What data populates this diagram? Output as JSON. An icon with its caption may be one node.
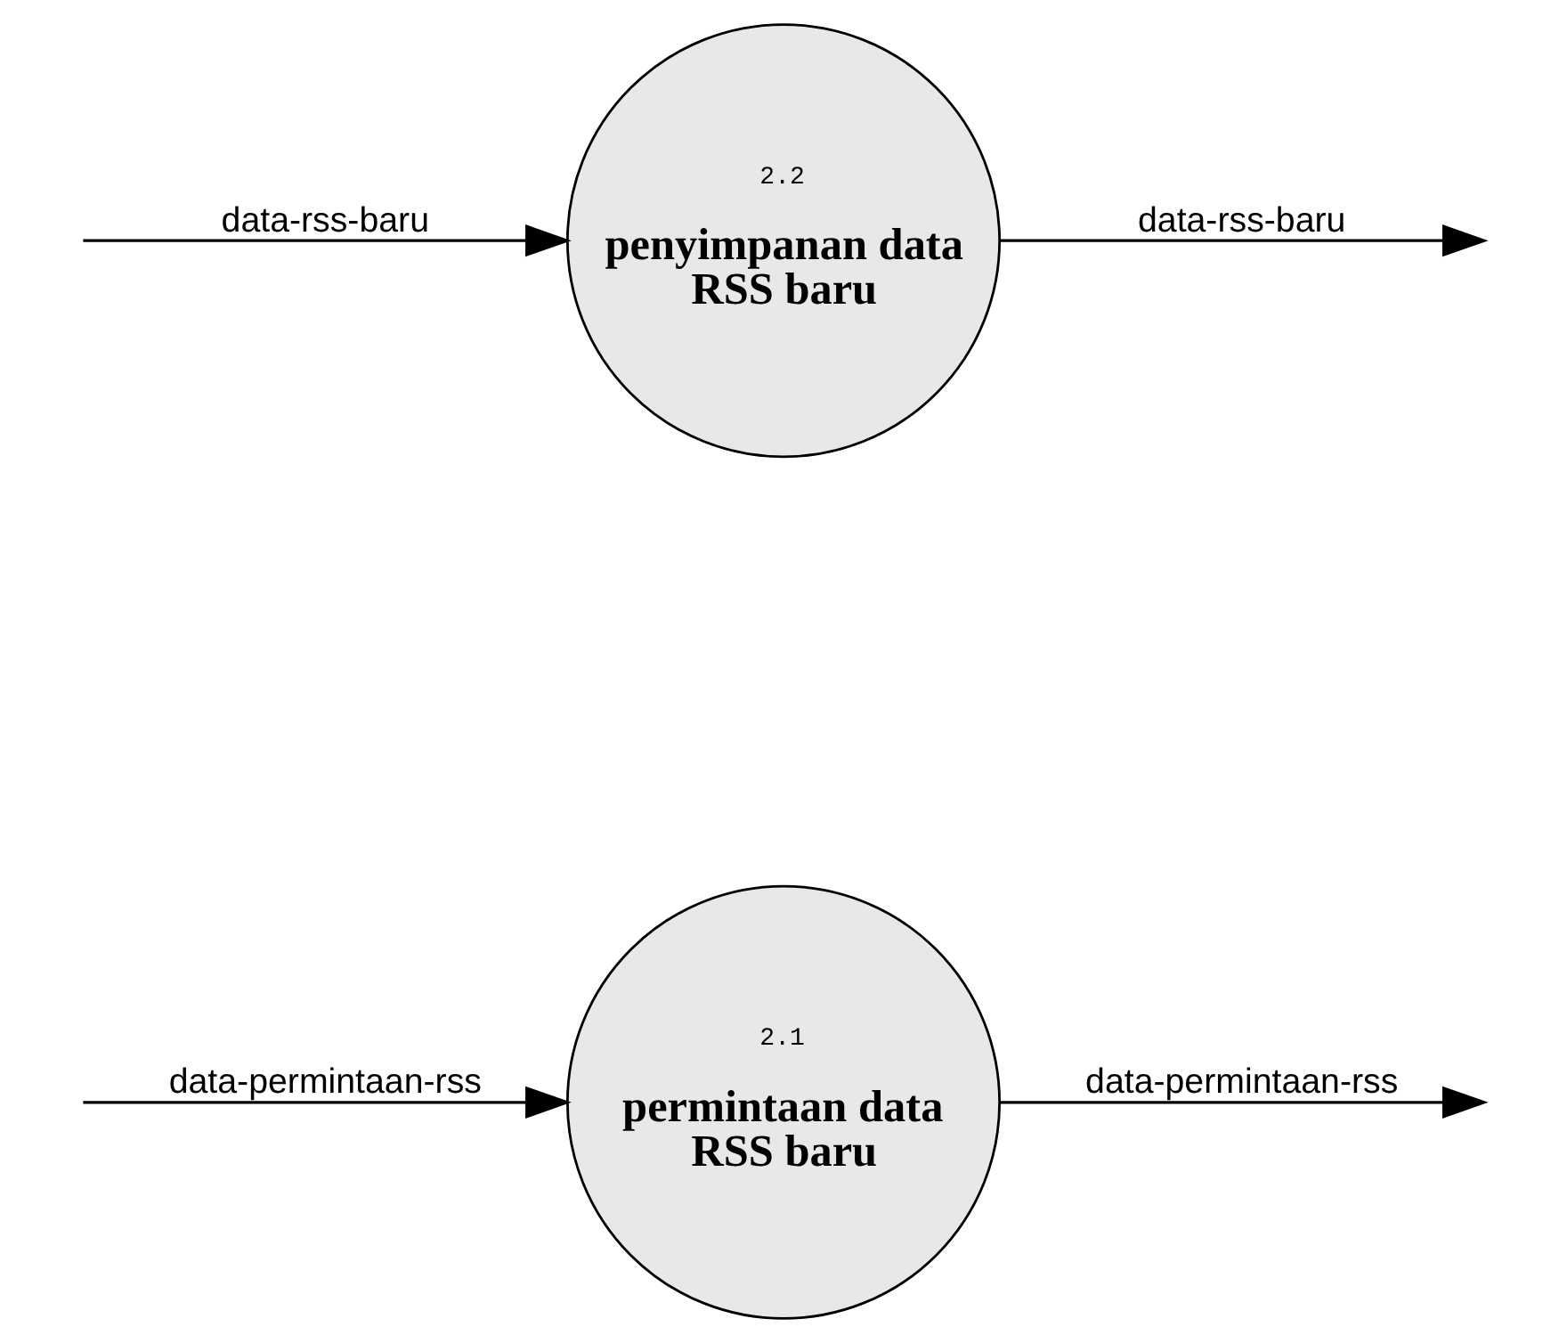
{
  "diagram": {
    "nodes": [
      {
        "text": [
          "2.2",
          "penyimpanan data RSS baru"
        ]
      },
      {
        "text": [
          "2.1",
          "permintaan data RSS baru"
        ]
      }
    ],
    "edges": [
      {
        "from": null,
        "to": 0,
        "arrow": "to",
        "label": "data-rss-baru"
      },
      {
        "from": 0,
        "to": null,
        "arrow": "to",
        "label": "data-rss-baru"
      },
      {
        "from": null,
        "to": 1,
        "arrow": "to",
        "label": "data-permintaan-rss"
      },
      {
        "from": 1,
        "to": null,
        "arrow": "to",
        "label": "data-permintaan-rss"
      }
    ]
  }
}
